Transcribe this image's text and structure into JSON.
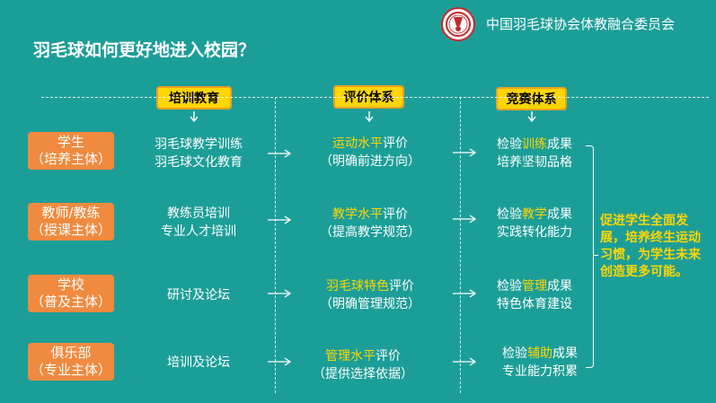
{
  "header": {
    "org_name": "中国羽毛球协会体教融合委员会",
    "logo_icon": "badminton-association-logo"
  },
  "page_title": "羽毛球如何更好地进入校园？",
  "columns": {
    "training": "培训教育",
    "evaluation": "评价体系",
    "competition": "竞赛体系"
  },
  "rows": [
    {
      "role": "学生",
      "role_sub": "（培养主体）",
      "training": [
        "羽毛球教学训练",
        "羽毛球文化教育"
      ],
      "eval": {
        "hl": "运动水平",
        "rest": "评价",
        "sub": "（明确前进方向）"
      },
      "comp": {
        "pre": "检验",
        "hl": "训练",
        "post": "成果",
        "line2": "培养坚韧品格"
      }
    },
    {
      "role": "教师/教练",
      "role_sub": "（授课主体）",
      "training": [
        "教练员培训",
        "专业人才培训"
      ],
      "eval": {
        "hl": "教学水平",
        "rest": "评价",
        "sub": "（提高教学规范）"
      },
      "comp": {
        "pre": "检验",
        "hl": "教学",
        "post": "成果",
        "line2": "实践转化能力"
      }
    },
    {
      "role": "学校",
      "role_sub": "（普及主体）",
      "training": [
        "研讨及论坛"
      ],
      "eval": {
        "hl": "羽毛球特色",
        "rest": "评价",
        "sub": "（明确管理规范）"
      },
      "comp": {
        "pre": "检验",
        "hl": "管理",
        "post": "成果",
        "line2": "特色体育建设"
      }
    },
    {
      "role": "俱乐部",
      "role_sub": "（专业主体）",
      "training": [
        "培训及论坛"
      ],
      "eval": {
        "hl": "管理水平",
        "rest": "评价",
        "sub": "（提供选择依据）"
      },
      "comp": {
        "pre": "检验",
        "hl": "辅助",
        "post": "成果",
        "line2": "专业能力积累"
      }
    }
  ],
  "summary": "促进学生全面发展，培养终生运动习惯，为学生未来创造更多可能。",
  "colors": {
    "background": "#1c9e98",
    "highlight": "#ffd600",
    "role_box": "#f08a3e",
    "header_button": "#ffd600"
  }
}
